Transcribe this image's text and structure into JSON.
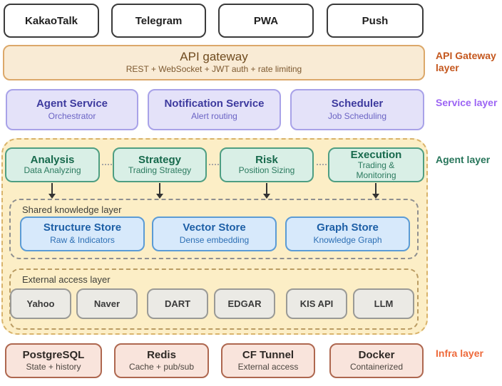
{
  "clients": [
    {
      "label": "KakaoTalk"
    },
    {
      "label": "Telegram"
    },
    {
      "label": "PWA"
    },
    {
      "label": "Push"
    }
  ],
  "gateway": {
    "title": "API gateway",
    "subtitle": "REST + WebSocket + JWT auth + rate limiting"
  },
  "services": [
    {
      "title": "Agent Service",
      "subtitle": "Orchestrator"
    },
    {
      "title": "Notification Service",
      "subtitle": "Alert routing"
    },
    {
      "title": "Scheduler",
      "subtitle": "Job Scheduling"
    }
  ],
  "agents": [
    {
      "title": "Analysis",
      "subtitle": "Data Analyzing"
    },
    {
      "title": "Strategy",
      "subtitle": "Trading Strategy"
    },
    {
      "title": "Risk",
      "subtitle": "Position Sizing"
    },
    {
      "title": "Execution",
      "subtitle": "Trading & Monitoring"
    }
  ],
  "shared_knowledge": {
    "label": "Shared knowledge layer",
    "stores": [
      {
        "title": "Structure Store",
        "subtitle": "Raw & Indicators"
      },
      {
        "title": "Vector Store",
        "subtitle": "Dense embedding"
      },
      {
        "title": "Graph Store",
        "subtitle": "Knowledge Graph"
      }
    ]
  },
  "external_access": {
    "label": "External access layer",
    "sources": [
      {
        "label": "Yahoo"
      },
      {
        "label": "Naver"
      },
      {
        "label": "DART"
      },
      {
        "label": "EDGAR"
      },
      {
        "label": "KIS API"
      },
      {
        "label": "LLM"
      }
    ]
  },
  "infra": [
    {
      "title": "PostgreSQL",
      "subtitle": "State + history"
    },
    {
      "title": "Redis",
      "subtitle": "Cache + pub/sub"
    },
    {
      "title": "CF Tunnel",
      "subtitle": "External access"
    },
    {
      "title": "Docker",
      "subtitle": "Containerized"
    }
  ],
  "side_labels": {
    "gateway": "API Gateway layer",
    "service": "Service layer",
    "agent": "Agent layer",
    "infra": "Infra layer"
  },
  "colors": {
    "client_border": "#3a3a3a",
    "gateway_fill": "#f9ebd5",
    "gateway_border": "#dca86a",
    "gateway_text": "#6f4b1f",
    "service_fill": "#e4e2f9",
    "service_border": "#a8a2e8",
    "service_title": "#3d3a9e",
    "agent_container_fill": "#fceec6",
    "agent_container_border": "#d9b36a",
    "agent_fill": "#d9efe6",
    "agent_border": "#4e9e82",
    "agent_title": "#17694c",
    "store_fill": "#d7e9fb",
    "store_border": "#5b9bd5",
    "store_title": "#1d5fa6",
    "external_fill": "#ebeae5",
    "external_border": "#9a9a96",
    "infra_fill": "#f9e4dc",
    "infra_border": "#ae674f",
    "label_gateway": "#c4571e",
    "label_service": "#9c64f4",
    "label_agent": "#27755a",
    "label_infra": "#ee6a3b",
    "arrow": "#333333"
  }
}
